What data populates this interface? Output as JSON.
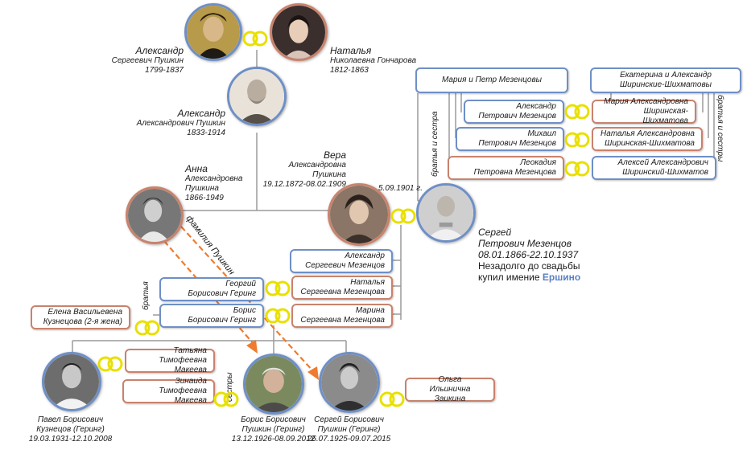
{
  "persons": {
    "alexander_sergeevich": {
      "name": "Александр",
      "patronymic": "Сергеевич Пушкин",
      "dates": "1799-1837"
    },
    "natalya_goncharova": {
      "name": "Наталья",
      "patronymic": "Николаевна Гончарова",
      "dates": "1812-1863"
    },
    "alexander_alexandrovich": {
      "name": "Александр",
      "patronymic": "Александрович Пушкин",
      "dates": "1833-1914"
    },
    "anna": {
      "name": "Анна",
      "line2": "Александровна",
      "line3": "Пушкина",
      "dates": "1866-1949"
    },
    "vera": {
      "name": "Вера",
      "line2": "Александровна",
      "line3": "Пушкина",
      "dates": "19.12.1872-08.02.1909"
    },
    "sergey_mezentsov": {
      "name": "Сергей",
      "patronymic": "Петрович Мезенцов",
      "dates": "08.01.1866-22.10.1937"
    },
    "pavel": {
      "line1": "Павел Борисович",
      "line2": "Кузнецов (Геринг)",
      "dates": "19.03.1931-12.10.2008"
    },
    "boris_jr": {
      "line1": "Борис Борисович",
      "line2": "Пушкин (Геринг)",
      "dates": "13.12.1926-08.09.2012"
    },
    "sergey_jr": {
      "line1": "Сергей Борисович",
      "line2": "Пушкин (Геринг)",
      "dates": "26.07.1925-09.07.2015"
    }
  },
  "marriage_date": "5.09.1901 г.",
  "info_text": {
    "line1": "Незадолго до свадьбы",
    "line2": "купил имение",
    "estate": "Ершино"
  },
  "boxes": {
    "maria_petr": {
      "l1": "Мария и Петр Мезенцовы"
    },
    "ekaterina_alexander": {
      "l1": "Екатерина и Александр",
      "l2": "Ширинские-Шихматовы"
    },
    "alexander_petrovich": {
      "l1": "Александр",
      "l2": "Петрович Мезенцов"
    },
    "maria_alexandrovna": {
      "l1": "Мария Александровна",
      "l2": "Ширинская-Шихматова"
    },
    "mikhail": {
      "l1": "Михаил",
      "l2": "Петрович Мезенцов"
    },
    "natalya_alexandrovna": {
      "l1": "Наталья Александровна",
      "l2": "Ширинская-Шихматова"
    },
    "leokadia": {
      "l1": "Леокадия",
      "l2": "Петровна Мезенцова"
    },
    "alexey": {
      "l1": "Алексей Александрович",
      "l2": "Ширинский-Шихматов"
    },
    "alexander_sergeevich_m": {
      "l1": "Александр",
      "l2": "Сергеевич Мезенцов"
    },
    "georgiy": {
      "l1": "Георгий",
      "l2": "Борисович Геринг"
    },
    "natalya_sergeevna": {
      "l1": "Наталья",
      "l2": "Сергеевна Мезенцова"
    },
    "boris_gering": {
      "l1": "Борис",
      "l2": "Борисович Геринг"
    },
    "marina": {
      "l1": "Марина",
      "l2": "Сергеевна Мезенцова"
    },
    "elena": {
      "l1": "Елена Васильевена",
      "l2": "Кузнецова (2-я жена)"
    },
    "tatyana": {
      "l1": "Татьяна",
      "l2": "Тимофеевна Макеева"
    },
    "zinaida": {
      "l1": "Зинаида",
      "l2": "Тимофеевна Макеева"
    },
    "olga": {
      "l1": "Ольга",
      "l2": "Ильинична Заикина"
    }
  },
  "side_labels": {
    "siblings_left": "братья и сестра",
    "siblings_right": "братья и сестры",
    "brothers": "братья",
    "sisters": "сестры",
    "surname": "фамилия Пушкин"
  },
  "colors": {
    "male": "#6e8fc6",
    "female": "#c9826c",
    "ring": "#e8e000",
    "line": "#9a9a9a",
    "arrow": "#ef7b2e"
  }
}
